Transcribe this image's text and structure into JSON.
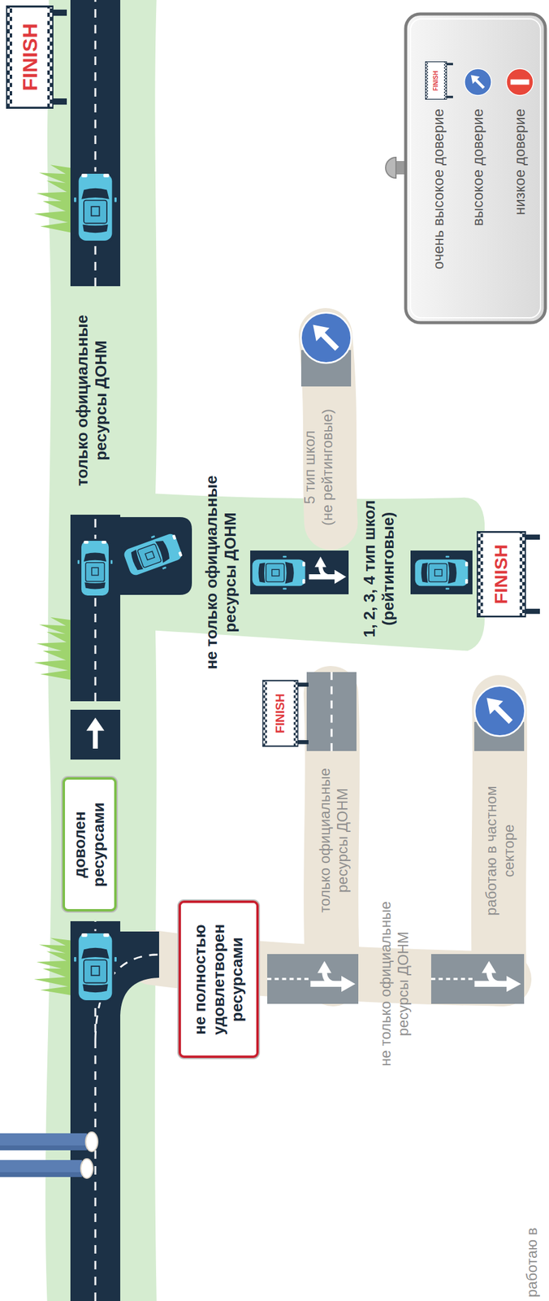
{
  "diagram": {
    "nodes": [
      {
        "text": [
          "доволен ресурсами"
        ]
      },
      {
        "text": [
          "не полностью удовлетворен ресурсами"
        ]
      }
    ],
    "labels": [
      "FINISH",
      "только официальные ресурсы ДОНМ",
      "не только официальные ресурсы ДОНМ",
      "5 тип школ (не рейтинговые)",
      "1, 2, 3, 4 тип школ (рейтинговые)",
      "FINISH",
      "только официальные ресурсы ДОНМ",
      "FINISH",
      "не только официальные ресурсы ДОНМ",
      "работаю в частном секторе",
      "работаю в",
      "FINISH"
    ],
    "legend": [
      {
        "text": "очень высокое доверие"
      },
      {
        "text": "высокое доверие"
      },
      {
        "text": "низкое доверие"
      }
    ]
  }
}
